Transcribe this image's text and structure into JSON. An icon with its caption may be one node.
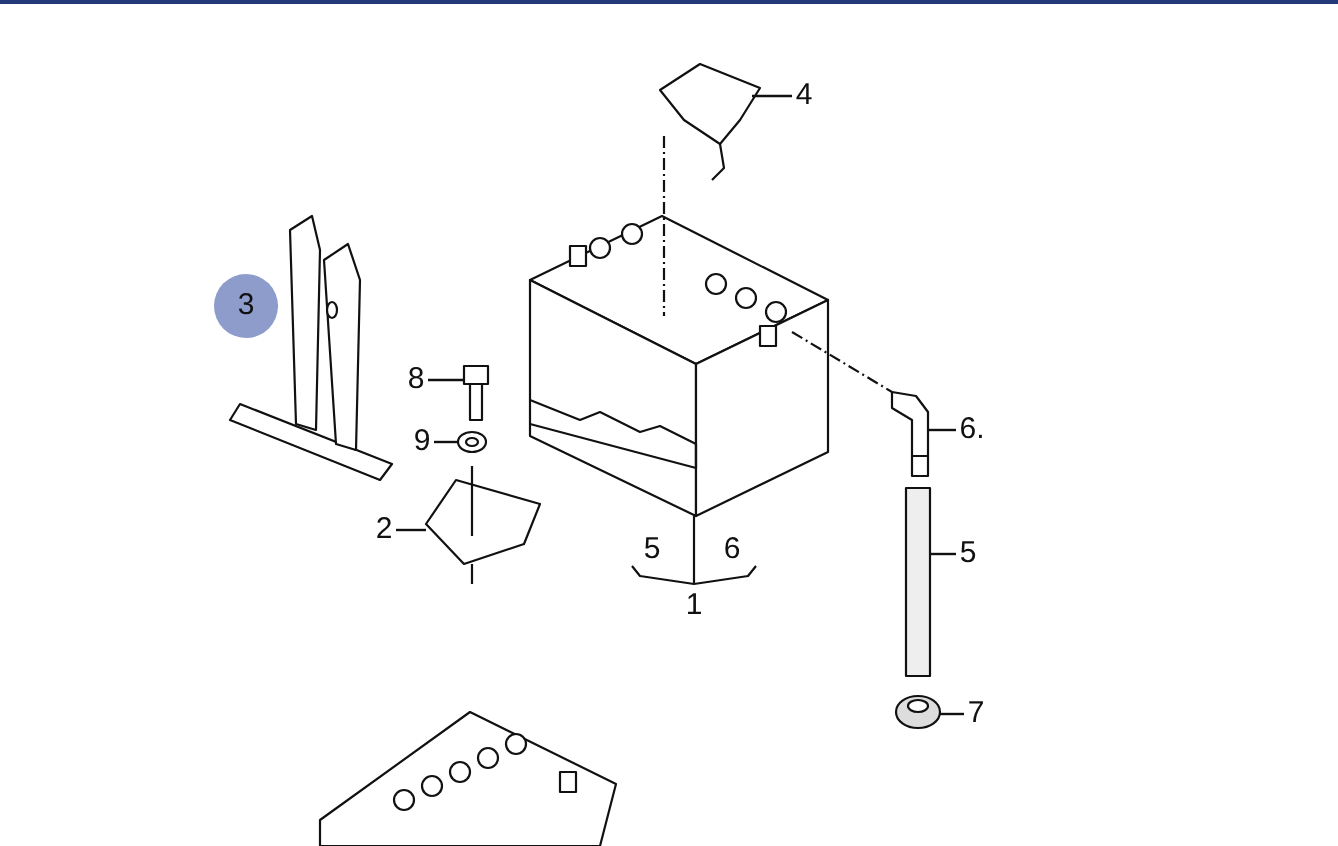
{
  "diagram": {
    "nodes": [
      {
        "text": [
          "3"
        ]
      },
      {
        "text": [
          "4"
        ]
      },
      {
        "text": [
          "8"
        ]
      },
      {
        "text": [
          "9"
        ]
      },
      {
        "text": [
          "2"
        ]
      },
      {
        "text": [
          "6."
        ]
      },
      {
        "text": [
          "5"
        ]
      },
      {
        "text": [
          "7"
        ]
      },
      {
        "text": [],
        "shape": "picture"
      },
      {
        "text": [],
        "shape": "picture"
      },
      {
        "text": [],
        "shape": "picture"
      },
      {
        "text": [],
        "shape": "picture"
      },
      {
        "text": [],
        "shape": "picture"
      },
      {
        "text": [],
        "shape": "picture"
      },
      {
        "text": [],
        "shape": "picture"
      },
      {
        "text": [],
        "shape": "picture"
      }
    ],
    "edges": [
      {
        "from": 0,
        "to": 8,
        "arrow": "none"
      },
      {
        "from": 1,
        "to": 9,
        "arrow": "none"
      },
      {
        "from": 2,
        "to": 10,
        "arrow": "none"
      },
      {
        "from": 3,
        "to": 11,
        "arrow": "none"
      },
      {
        "from": 4,
        "to": 12,
        "arrow": "none"
      },
      {
        "from": 5,
        "to": 13,
        "arrow": "none"
      },
      {
        "from": 6,
        "to": 14,
        "arrow": "none"
      },
      {
        "from": 7,
        "to": 15,
        "arrow": "none"
      }
    ],
    "labels": [
      "5",
      "6",
      "1"
    ]
  }
}
